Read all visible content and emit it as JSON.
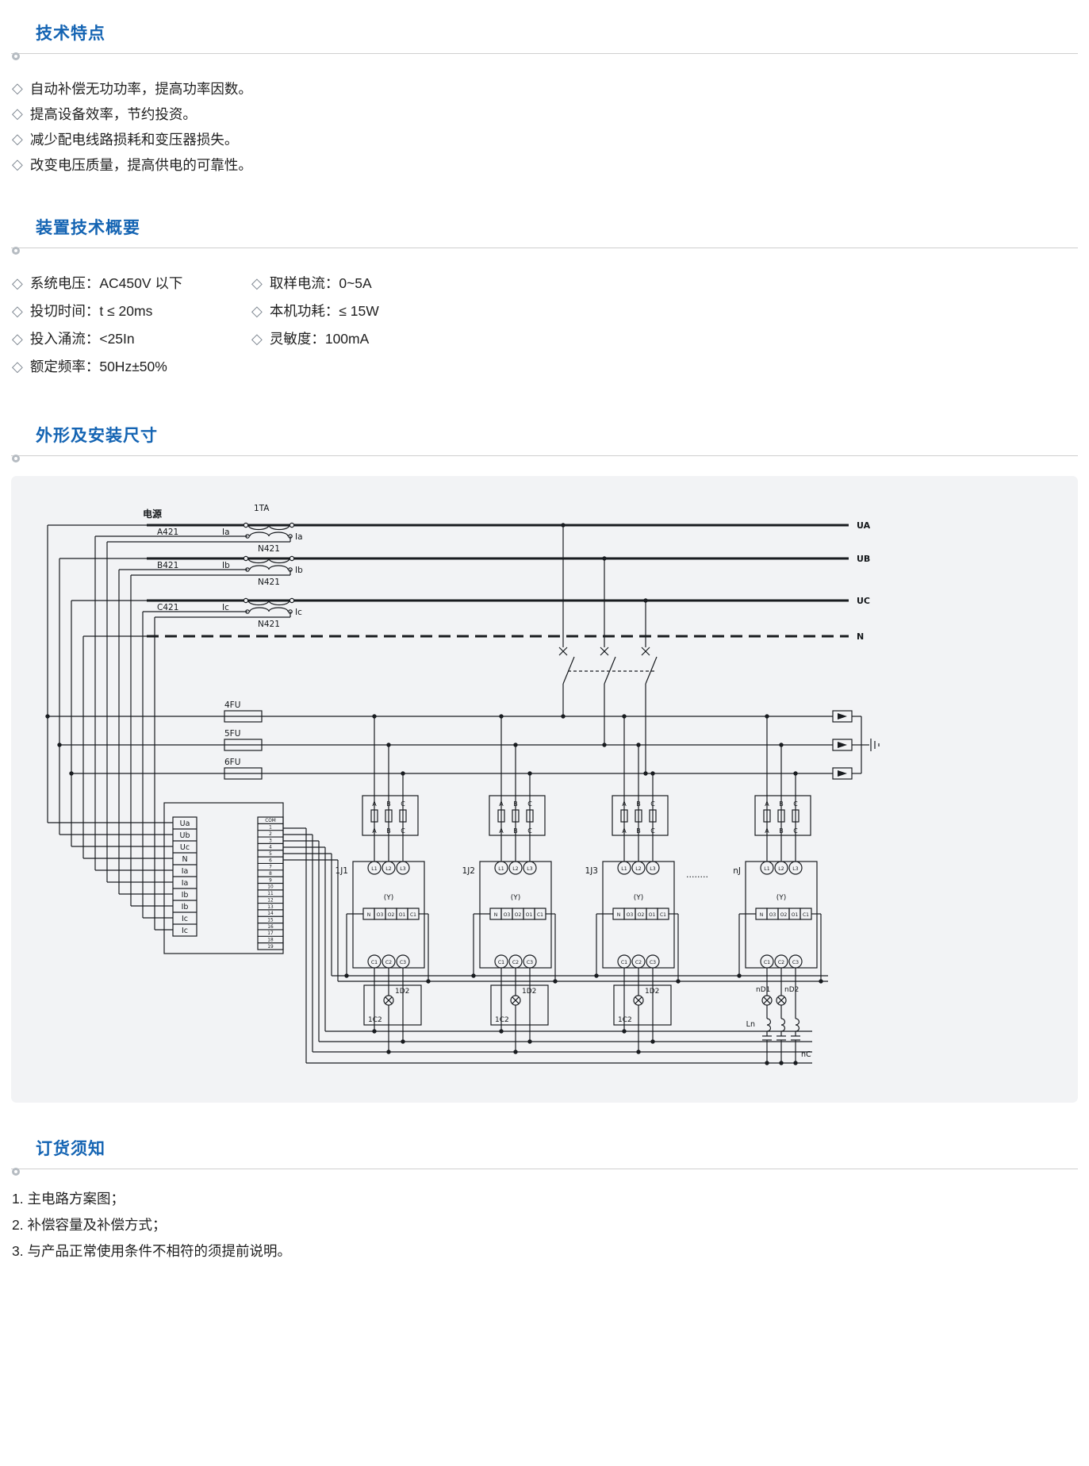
{
  "ui": {
    "bullet": "◇"
  },
  "sections": {
    "features": {
      "title": "技术特点",
      "items": [
        "自动补偿无功功率，提高功率因数。",
        "提高设备效率，节约投资。",
        "减少配电线路损耗和变压器损失。",
        "改变电压质量，提高供电的可靠性。"
      ]
    },
    "specs": {
      "title": "装置技术概要",
      "col_left": [
        "系统电压：AC450V 以下",
        "投切时间：t ≤ 20ms",
        "投入涌流：<25In",
        "额定频率：50Hz±50%"
      ],
      "col_right": [
        "取样电流：0~5A",
        "本机功耗：≤ 15W",
        "灵敏度：100mA"
      ]
    },
    "dimensions": {
      "title": "外形及安装尺寸"
    },
    "ordering": {
      "title": "订货须知",
      "items": [
        "1. 主电路方案图；",
        "2. 补偿容量及补偿方式；",
        "3. 与产品正常使用条件不相符的须提前说明。"
      ]
    }
  },
  "diagram": {
    "power": "电源",
    "ct_label": "1TA",
    "buses": [
      {
        "phase": "A421",
        "prim": "Ia",
        "sec": "Ia",
        "ct": "N421",
        "bus": "UA"
      },
      {
        "phase": "B421",
        "prim": "Ib",
        "sec": "Ib",
        "ct": "N421",
        "bus": "UB"
      },
      {
        "phase": "C421",
        "prim": "Ic",
        "sec": "Ic",
        "ct": "N421",
        "bus": "UC"
      }
    ],
    "neutral": "N",
    "fuses": [
      "4FU",
      "5FU",
      "6FU"
    ],
    "left_terminals": [
      "Ua",
      "Ub",
      "Uc",
      "N",
      "Ia",
      "Ia",
      "Ib",
      "Ib",
      "Ic",
      "Ic"
    ],
    "com_terminals": [
      "COM",
      "1",
      "2",
      "3",
      "4",
      "5",
      "6",
      "7",
      "8",
      "9",
      "10",
      "11",
      "12",
      "13",
      "14",
      "15",
      "16",
      "17",
      "18",
      "19"
    ],
    "units": [
      {
        "name": "1J1",
        "lamp": "1D2",
        "cap": "1C2"
      },
      {
        "name": "1J2",
        "lamp": "1D2",
        "cap": "1C2"
      },
      {
        "name": "1J3",
        "lamp": "1D2",
        "cap": "1C2"
      },
      {
        "name": "nJ",
        "lamp1": "nD1",
        "lamp2": "nD2",
        "choke": "Ln",
        "cap": "nC"
      }
    ],
    "unit_shared": {
      "phases_top": [
        "A",
        "B",
        "C"
      ],
      "phases_bottom": [
        "A",
        "B",
        "C"
      ],
      "poles": [
        "L1",
        "L2",
        "L3"
      ],
      "terminals": [
        "N",
        "O3",
        "O2",
        "O1",
        "C1"
      ],
      "outputs": [
        "C1",
        "C2",
        "C3"
      ],
      "coil": "(Y)"
    },
    "ellipsis": "........"
  },
  "colors": {
    "accent": "#1464b3",
    "rule": "#cfcfcf",
    "diagram_bg": "#f2f3f5",
    "ink": "#191c20"
  }
}
